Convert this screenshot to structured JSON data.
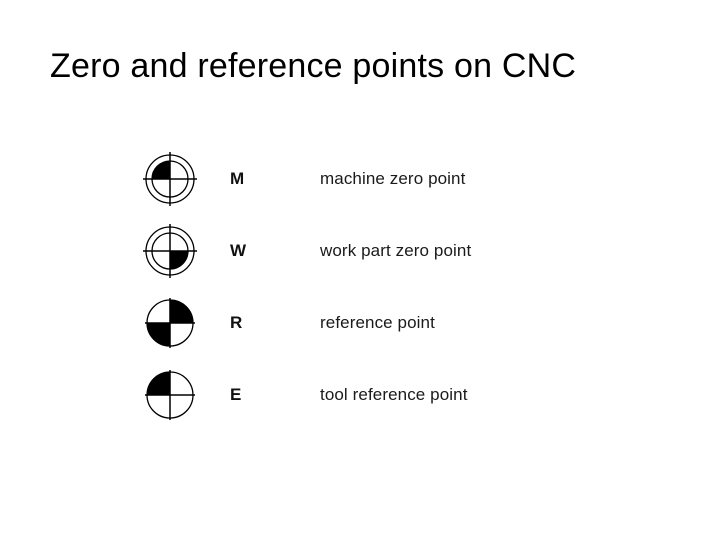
{
  "slide": {
    "title": "Zero and reference points on CNC",
    "background_color": "#ffffff",
    "text_color": "#000000"
  },
  "legend": {
    "rows": [
      {
        "code": "M",
        "description": "machine zero point",
        "symbol_name": "machine-zero-point-symbol",
        "symbol_style": "double-circle",
        "filled_quadrants": [
          "upper-left"
        ]
      },
      {
        "code": "W",
        "description": "work part zero point",
        "symbol_name": "work-part-zero-point-symbol",
        "symbol_style": "double-circle",
        "filled_quadrants": [
          "lower-right"
        ]
      },
      {
        "code": "R",
        "description": "reference point",
        "symbol_name": "reference-point-symbol",
        "symbol_style": "single-circle",
        "filled_quadrants": [
          "upper-right",
          "lower-left"
        ]
      },
      {
        "code": "E",
        "description": "tool reference point",
        "symbol_name": "tool-reference-point-symbol",
        "symbol_style": "single-circle",
        "filled_quadrants": [
          "upper-left"
        ]
      }
    ]
  }
}
